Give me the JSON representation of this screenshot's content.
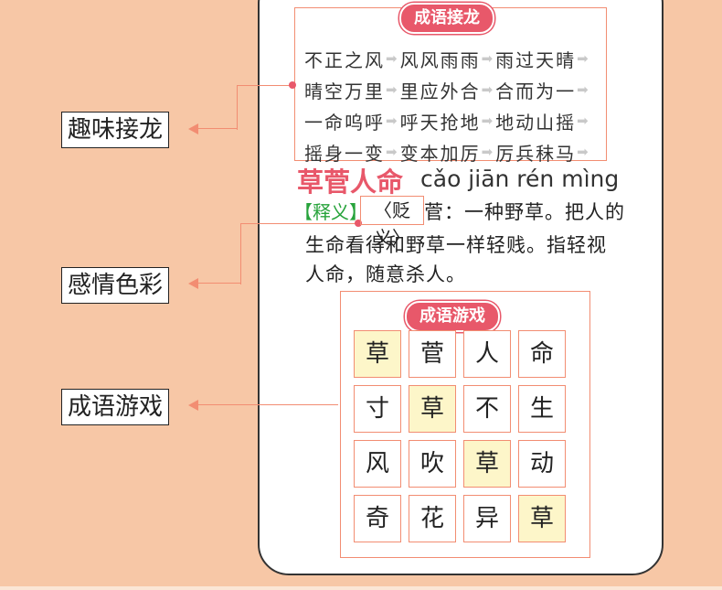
{
  "chain": {
    "title": "成语接龙",
    "rows": [
      [
        "不正之风",
        "风风雨雨",
        "雨过天晴"
      ],
      [
        "晴空万里",
        "里应外合",
        "合而为一"
      ],
      [
        "一命呜呼",
        "呼天抢地",
        "地动山摇"
      ],
      [
        "摇身一变",
        "变本加厉",
        "厉兵秣马"
      ]
    ],
    "arrow": "➡"
  },
  "labels": {
    "chain": "趣味接龙",
    "emotion": "感情色彩",
    "game": "成语游戏"
  },
  "idiom": {
    "title": "草菅人命",
    "pinyin": "cǎo jiān rén mìng",
    "meaning_tag": "【释义】",
    "tone": "〈贬义〉",
    "definition": [
      "菅：一种野草。把人的",
      "生命看得和野草一样轻贱。指轻视",
      "人命，随意杀人。"
    ]
  },
  "game": {
    "title": "成语游戏",
    "grid": [
      [
        "草",
        "菅",
        "人",
        "命"
      ],
      [
        "寸",
        "草",
        "不",
        "生"
      ],
      [
        "风",
        "吹",
        "草",
        "动"
      ],
      [
        "奇",
        "花",
        "异",
        "草"
      ]
    ]
  },
  "colors": {
    "background": "#f7c7a6",
    "accent_red": "#e8586a",
    "accent_green": "#27a33b",
    "line_orange": "#f28d72",
    "highlight": "#fdf6c9"
  }
}
